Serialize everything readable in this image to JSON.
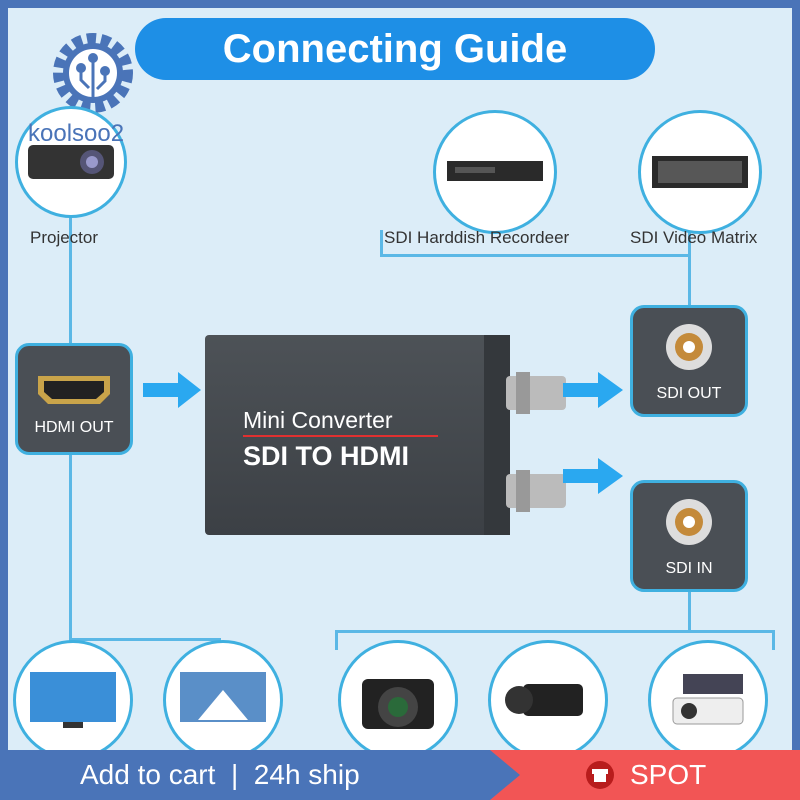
{
  "brand": {
    "logo_text": "koolsoo2"
  },
  "title": "Connecting Guide",
  "devices": {
    "projector": "Projector",
    "recorder": "SDI Harddish Recordeer",
    "matrix": "SDI Video Matrix"
  },
  "ports": {
    "hdmi_out": "HDMI OUT",
    "sdi_out": "SDI OUT",
    "sdi_in": "SDI IN"
  },
  "converter": {
    "line1": "Mini Converter",
    "line2": "SDI TO HDMI"
  },
  "bottom_bar": {
    "cart": "Add to cart  |  24h ship",
    "spot": "SPOT"
  },
  "colors": {
    "accent": "#1e8fe6",
    "border": "#4a74b8",
    "sale": "#f25555"
  }
}
